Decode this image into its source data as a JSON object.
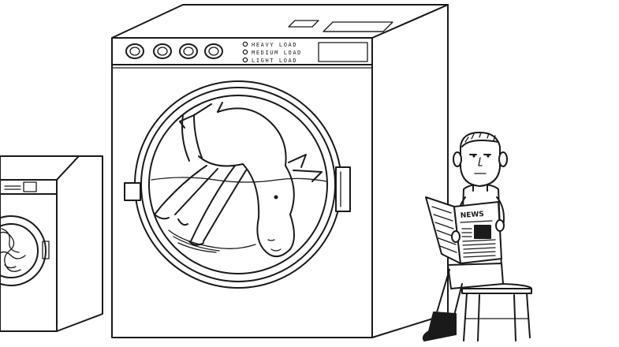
{
  "scene": {
    "description_source": "cartoon",
    "washer": {
      "load_options": [
        "HEAVY LOAD",
        "MEDIUM LOAD",
        "LIGHT LOAD"
      ]
    },
    "newspaper": {
      "masthead": "NEWS"
    }
  },
  "colors": {
    "ink": "#1a1a1a",
    "paper": "#ffffff"
  }
}
